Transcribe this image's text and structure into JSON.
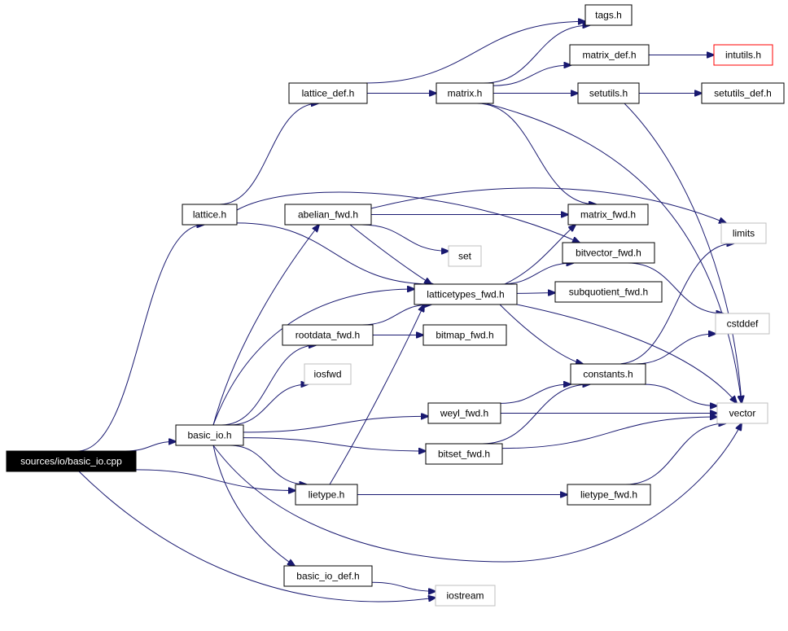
{
  "graph": {
    "title": "",
    "colors": {
      "edge": "#191970",
      "root_fill": "#000000",
      "root_text": "#ffffff",
      "internal_border": "#000000",
      "external_border": "#bfbfbf",
      "missing_border": "#ff0000",
      "node_fill": "#ffffff"
    },
    "nodes": [
      {
        "id": "root",
        "label": "sources/io/basic_io.cpp",
        "kind": "root"
      },
      {
        "id": "basic_io_h",
        "label": "basic_io.h",
        "kind": "internal"
      },
      {
        "id": "lattice_h",
        "label": "lattice.h",
        "kind": "internal"
      },
      {
        "id": "lattice_def_h",
        "label": "lattice_def.h",
        "kind": "internal"
      },
      {
        "id": "matrix_h",
        "label": "matrix.h",
        "kind": "internal"
      },
      {
        "id": "tags_h",
        "label": "tags.h",
        "kind": "internal"
      },
      {
        "id": "matrix_def_h",
        "label": "matrix_def.h",
        "kind": "internal"
      },
      {
        "id": "intutils_h",
        "label": "intutils.h",
        "kind": "missing"
      },
      {
        "id": "setutils_h",
        "label": "setutils.h",
        "kind": "internal"
      },
      {
        "id": "setutils_def_h",
        "label": "setutils_def.h",
        "kind": "internal"
      },
      {
        "id": "abelian_fwd_h",
        "label": "abelian_fwd.h",
        "kind": "internal"
      },
      {
        "id": "matrix_fwd_h",
        "label": "matrix_fwd.h",
        "kind": "internal"
      },
      {
        "id": "limits",
        "label": "limits",
        "kind": "external"
      },
      {
        "id": "set",
        "label": "set",
        "kind": "external"
      },
      {
        "id": "bitvector_fwd_h",
        "label": "bitvector_fwd.h",
        "kind": "internal"
      },
      {
        "id": "latticetypes_fwd_h",
        "label": "latticetypes_fwd.h",
        "kind": "internal"
      },
      {
        "id": "subquotient_fwd_h",
        "label": "subquotient_fwd.h",
        "kind": "internal"
      },
      {
        "id": "cstddef",
        "label": "cstddef",
        "kind": "external"
      },
      {
        "id": "rootdata_fwd_h",
        "label": "rootdata_fwd.h",
        "kind": "internal"
      },
      {
        "id": "bitmap_fwd_h",
        "label": "bitmap_fwd.h",
        "kind": "internal"
      },
      {
        "id": "iosfwd",
        "label": "iosfwd",
        "kind": "external"
      },
      {
        "id": "constants_h",
        "label": "constants.h",
        "kind": "internal"
      },
      {
        "id": "weyl_fwd_h",
        "label": "weyl_fwd.h",
        "kind": "internal"
      },
      {
        "id": "vector",
        "label": "vector",
        "kind": "external"
      },
      {
        "id": "bitset_fwd_h",
        "label": "bitset_fwd.h",
        "kind": "internal"
      },
      {
        "id": "lietype_h",
        "label": "lietype.h",
        "kind": "internal"
      },
      {
        "id": "lietype_fwd_h",
        "label": "lietype_fwd.h",
        "kind": "internal"
      },
      {
        "id": "basic_io_def_h",
        "label": "basic_io_def.h",
        "kind": "internal"
      },
      {
        "id": "iostream",
        "label": "iostream",
        "kind": "external"
      }
    ],
    "edges": [
      [
        "root",
        "basic_io_h"
      ],
      [
        "root",
        "lattice_h"
      ],
      [
        "root",
        "lietype_h"
      ],
      [
        "root",
        "iostream"
      ],
      [
        "basic_io_h",
        "abelian_fwd_h"
      ],
      [
        "basic_io_h",
        "latticetypes_fwd_h"
      ],
      [
        "basic_io_h",
        "rootdata_fwd_h"
      ],
      [
        "basic_io_h",
        "iosfwd"
      ],
      [
        "basic_io_h",
        "weyl_fwd_h"
      ],
      [
        "basic_io_h",
        "bitset_fwd_h"
      ],
      [
        "basic_io_h",
        "lietype_h"
      ],
      [
        "basic_io_h",
        "vector"
      ],
      [
        "basic_io_h",
        "basic_io_def_h"
      ],
      [
        "lattice_h",
        "lattice_def_h"
      ],
      [
        "lattice_h",
        "bitvector_fwd_h"
      ],
      [
        "lattice_h",
        "latticetypes_fwd_h"
      ],
      [
        "lattice_def_h",
        "matrix_h"
      ],
      [
        "lattice_def_h",
        "tags_h"
      ],
      [
        "matrix_h",
        "tags_h"
      ],
      [
        "matrix_h",
        "matrix_def_h"
      ],
      [
        "matrix_h",
        "setutils_h"
      ],
      [
        "matrix_h",
        "matrix_fwd_h"
      ],
      [
        "matrix_h",
        "vector"
      ],
      [
        "matrix_def_h",
        "intutils_h"
      ],
      [
        "setutils_h",
        "setutils_def_h"
      ],
      [
        "setutils_h",
        "vector"
      ],
      [
        "abelian_fwd_h",
        "matrix_fwd_h"
      ],
      [
        "abelian_fwd_h",
        "limits"
      ],
      [
        "abelian_fwd_h",
        "set"
      ],
      [
        "abelian_fwd_h",
        "latticetypes_fwd_h"
      ],
      [
        "latticetypes_fwd_h",
        "matrix_fwd_h"
      ],
      [
        "latticetypes_fwd_h",
        "bitvector_fwd_h"
      ],
      [
        "latticetypes_fwd_h",
        "subquotient_fwd_h"
      ],
      [
        "latticetypes_fwd_h",
        "constants_h"
      ],
      [
        "latticetypes_fwd_h",
        "vector"
      ],
      [
        "bitvector_fwd_h",
        "cstddef"
      ],
      [
        "rootdata_fwd_h",
        "bitmap_fwd_h"
      ],
      [
        "rootdata_fwd_h",
        "latticetypes_fwd_h"
      ],
      [
        "constants_h",
        "limits"
      ],
      [
        "constants_h",
        "cstddef"
      ],
      [
        "constants_h",
        "vector"
      ],
      [
        "weyl_fwd_h",
        "constants_h"
      ],
      [
        "weyl_fwd_h",
        "vector"
      ],
      [
        "bitset_fwd_h",
        "constants_h"
      ],
      [
        "bitset_fwd_h",
        "vector"
      ],
      [
        "lietype_h",
        "latticetypes_fwd_h"
      ],
      [
        "lietype_h",
        "lietype_fwd_h"
      ],
      [
        "lietype_fwd_h",
        "vector"
      ],
      [
        "basic_io_def_h",
        "iostream"
      ]
    ]
  }
}
